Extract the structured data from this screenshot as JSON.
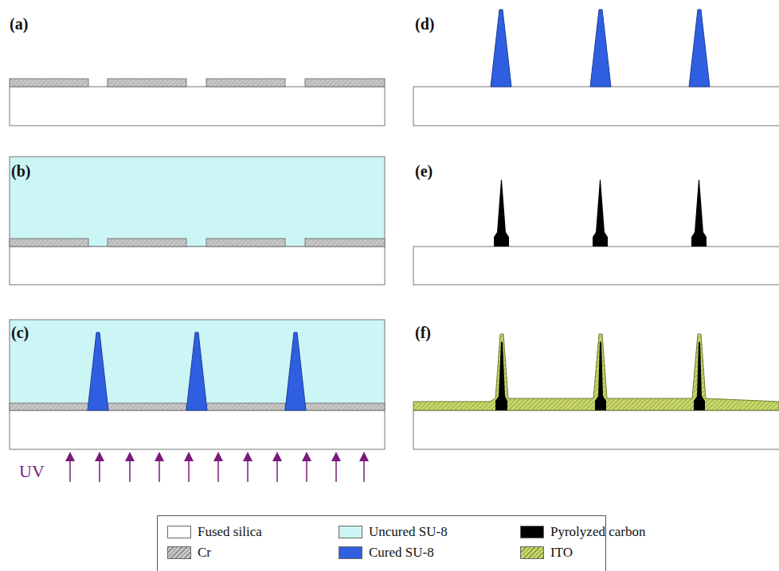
{
  "diagram": {
    "labels": [
      "(a)",
      "(b)",
      "(c)",
      "UV",
      "(d)",
      "(e)",
      "(f)"
    ],
    "legend": [
      {
        "text": "Fused silica",
        "color": "#ffffff"
      },
      {
        "text": "Uncured SU-8",
        "color": "#ccf5f5"
      },
      {
        "text": "Pyrolyzed carbon",
        "color": "#000000"
      },
      {
        "text": "Cr",
        "color": "#c8c8c8"
      },
      {
        "text": "Cured SU-8",
        "color": "#2f5fe0"
      },
      {
        "text": "ITO",
        "color": "#c9d86a"
      }
    ]
  }
}
